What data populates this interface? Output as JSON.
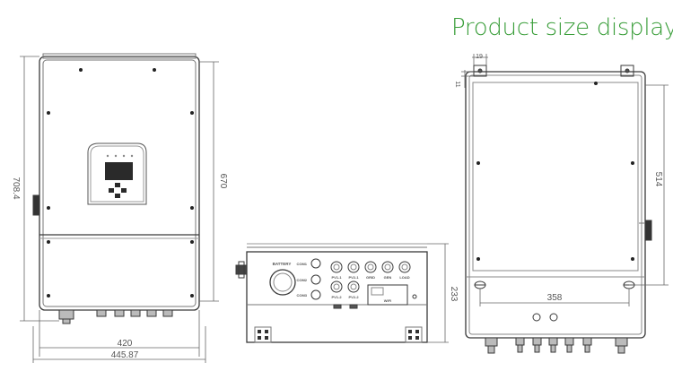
{
  "title": "Product size display",
  "front_view": {
    "height_label": "708.4",
    "inner_height_label": "670",
    "width_label": "420",
    "overall_width_label": "445.87"
  },
  "side_view": {
    "height_label": "233",
    "labels": {
      "battery": "BATTERY",
      "com1": "COM1",
      "com2": "COM2",
      "com3": "COM3",
      "pv11": "PV1-1",
      "pv21": "PV2-1",
      "grid": "GRID",
      "gen": "GEN",
      "load": "LOAD",
      "pv12": "PV1-2",
      "pv22": "PV2-2",
      "wifi": "WIFI"
    }
  },
  "mount_view": {
    "top_offset_label": "19",
    "side_offset_label": "11",
    "height_label": "514",
    "width_label": "358"
  }
}
